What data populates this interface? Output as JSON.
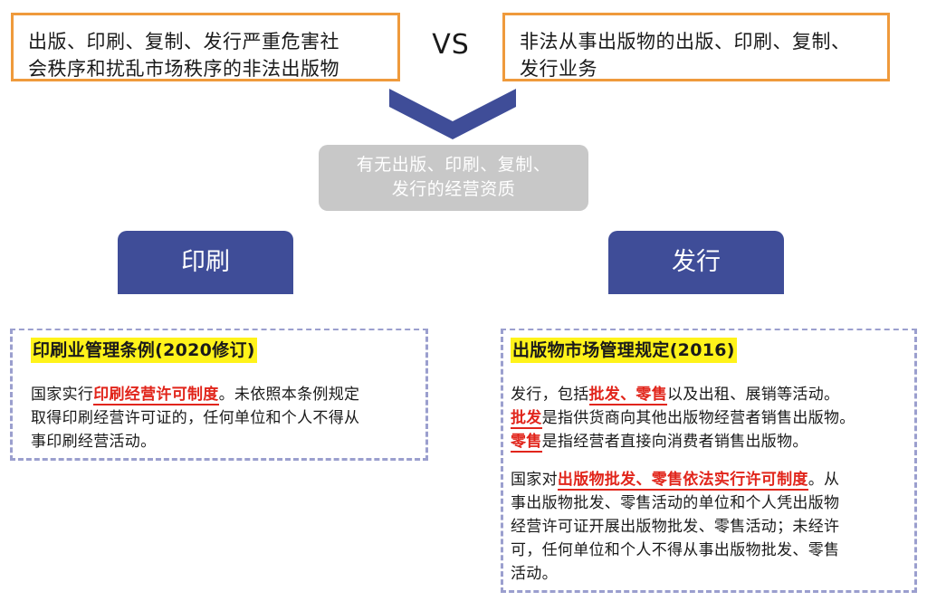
{
  "top_left": {
    "line1": "出版、印刷、复制、发行严重危害社",
    "line2": "会秩序和扰乱市场秩序的非法出版物"
  },
  "vs": "VS",
  "top_right": {
    "line1": "非法从事出版物的出版、印刷、复制、",
    "line2": "发行业务"
  },
  "qualification": {
    "line1": "有无出版、印刷、复制、",
    "line2": "发行的经营资质"
  },
  "tabs": {
    "print": "印刷",
    "distribution": "发行"
  },
  "print_card": {
    "title": "印刷业管理条例(2020修订)",
    "p1_a": "国家实行",
    "p1_hl": "印刷经营许可制度",
    "p1_b": "。未依照本条例规定",
    "p2": "取得印刷经营许可证的，任何单位和个人不得从",
    "p3": "事印刷经营活动。"
  },
  "dist_card": {
    "title": "出版物市场管理规定(2016)",
    "l1_a": "发行，包括",
    "l1_hl": "批发、零售",
    "l1_b": "以及出租、展销等活动。",
    "l2_hl": "批发",
    "l2_b": "是指供货商向其他出版物经营者销售出版物。",
    "l3_hl": "零售",
    "l3_b": "是指经营者直接向消费者销售出版物。",
    "l4_a": "国家对",
    "l4_hl": "出版物批发、零售依法实行许可制度",
    "l4_b": "。从",
    "l5": "事出版物批发、零售活动的单位和个人凭出版物",
    "l6": "经营许可证开展出版物批发、零售活动；未经许",
    "l7": "可，任何单位和个人不得从事出版物批发、零售",
    "l8": "活动。"
  }
}
